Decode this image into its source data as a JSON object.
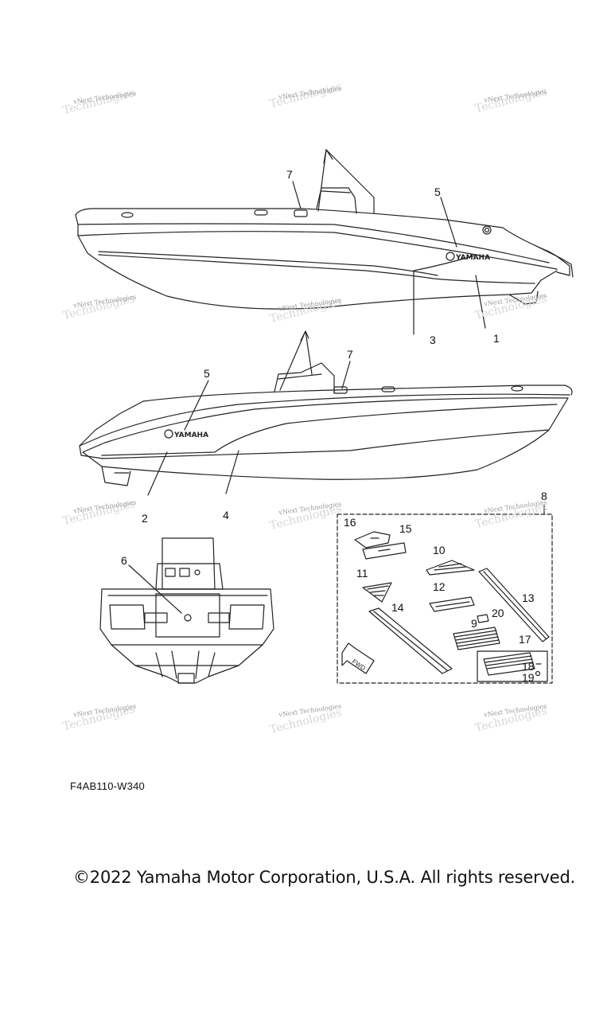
{
  "watermark": {
    "text": "vNext Technologies",
    "ghost_text": "Technologies"
  },
  "callouts": [
    "1",
    "2",
    "3",
    "4",
    "5",
    "5",
    "6",
    "7",
    "7",
    "8",
    "9",
    "10",
    "11",
    "12",
    "13",
    "14",
    "15",
    "16",
    "17",
    "18",
    "19",
    "20"
  ],
  "emblem": {
    "brand_text": "YAMAHA"
  },
  "mat_arrow": {
    "label": "FWD"
  },
  "diagram_code": "F4AB110-W340",
  "copyright": "©2022 Yamaha Motor Corporation, U.S.A. All rights reserved.",
  "colors": {
    "line": "#222222",
    "watermark": "#9a9a9a",
    "background": "#ffffff"
  }
}
